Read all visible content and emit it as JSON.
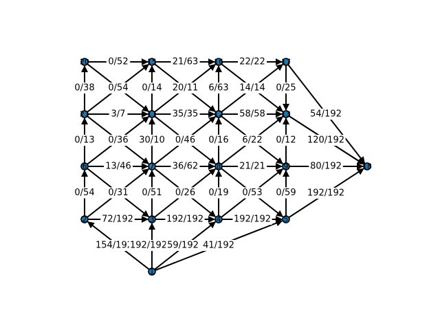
{
  "graph": {
    "nodes": [
      {
        "id": "n20",
        "label": "20"
      },
      {
        "id": "n15",
        "label": "15"
      },
      {
        "id": "n16",
        "label": "16"
      },
      {
        "id": "n17",
        "label": "17"
      },
      {
        "id": "n21",
        "label": "21"
      },
      {
        "id": "n11",
        "label": "11"
      },
      {
        "id": "n12",
        "label": "12"
      },
      {
        "id": "n13",
        "label": "13"
      },
      {
        "id": "n6",
        "label": "6"
      },
      {
        "id": "n7",
        "label": "7"
      },
      {
        "id": "n8",
        "label": "8"
      },
      {
        "id": "n9",
        "label": "9"
      },
      {
        "id": "n10",
        "label": "10"
      },
      {
        "id": "n2",
        "label": "2"
      },
      {
        "id": "n3",
        "label": "3"
      },
      {
        "id": "n4",
        "label": "4"
      },
      {
        "id": "n5",
        "label": "5"
      },
      {
        "id": "n1",
        "label": "1"
      },
      {
        "id": "n18",
        "label": "18"
      }
    ],
    "edges": [
      {
        "from": "n20",
        "to": "n15",
        "label": "0/52"
      },
      {
        "from": "n15",
        "to": "n16",
        "label": "21/63"
      },
      {
        "from": "n16",
        "to": "n17",
        "label": "22/22"
      },
      {
        "from": "n21",
        "to": "n20",
        "label": "0/38"
      },
      {
        "from": "n21",
        "to": "n15",
        "label": "0/54"
      },
      {
        "from": "n20",
        "to": "n11",
        "label": ""
      },
      {
        "from": "n11",
        "to": "n15",
        "label": "0/14"
      },
      {
        "from": "n11",
        "to": "n16",
        "label": "20/11"
      },
      {
        "from": "n15",
        "to": "n12",
        "label": ""
      },
      {
        "from": "n12",
        "to": "n16",
        "label": "6/63"
      },
      {
        "from": "n12",
        "to": "n17",
        "label": "14/14"
      },
      {
        "from": "n16",
        "to": "n13",
        "label": ""
      },
      {
        "from": "n17",
        "to": "n13",
        "label": "0/25"
      },
      {
        "from": "n17",
        "to": "n18",
        "label": ""
      },
      {
        "from": "n21",
        "to": "n11",
        "label": "3/7"
      },
      {
        "from": "n11",
        "to": "n12",
        "label": "35/35"
      },
      {
        "from": "n12",
        "to": "n13",
        "label": "58/58"
      },
      {
        "from": "n13",
        "to": "n18",
        "label": "54/192"
      },
      {
        "from": "n6",
        "to": "n21",
        "label": "0/13"
      },
      {
        "from": "n6",
        "to": "n11",
        "label": "0/36"
      },
      {
        "from": "n21",
        "to": "n7",
        "label": ""
      },
      {
        "from": "n7",
        "to": "n11",
        "label": "30/10"
      },
      {
        "from": "n7",
        "to": "n12",
        "label": "0/46"
      },
      {
        "from": "n11",
        "to": "n8",
        "label": ""
      },
      {
        "from": "n8",
        "to": "n12",
        "label": "0/16"
      },
      {
        "from": "n8",
        "to": "n13",
        "label": "6/22"
      },
      {
        "from": "n12",
        "to": "n9",
        "label": ""
      },
      {
        "from": "n9",
        "to": "n13",
        "label": "0/12"
      },
      {
        "from": "n13",
        "to": "n10",
        "label": "120/192"
      },
      {
        "from": "n6",
        "to": "n7",
        "label": "13/46"
      },
      {
        "from": "n7",
        "to": "n8",
        "label": "36/62"
      },
      {
        "from": "n8",
        "to": "n9",
        "label": "21/21"
      },
      {
        "from": "n9",
        "to": "n18",
        "label": "80/192"
      },
      {
        "from": "n2",
        "to": "n6",
        "label": "0/54"
      },
      {
        "from": "n2",
        "to": "n7",
        "label": "0/31"
      },
      {
        "from": "n6",
        "to": "n3",
        "label": ""
      },
      {
        "from": "n3",
        "to": "n7",
        "label": "0/51"
      },
      {
        "from": "n3",
        "to": "n8",
        "label": "0/26"
      },
      {
        "from": "n7",
        "to": "n4",
        "label": ""
      },
      {
        "from": "n4",
        "to": "n8",
        "label": "0/19"
      },
      {
        "from": "n4",
        "to": "n9",
        "label": "0/53"
      },
      {
        "from": "n8",
        "to": "n5",
        "label": ""
      },
      {
        "from": "n5",
        "to": "n9",
        "label": "0/59"
      },
      {
        "from": "n5",
        "to": "n18",
        "label": "192/192"
      },
      {
        "from": "n2",
        "to": "n3",
        "label": "72/192"
      },
      {
        "from": "n3",
        "to": "n4",
        "label": "192/192"
      },
      {
        "from": "n4",
        "to": "n5",
        "label": "192/192"
      },
      {
        "from": "n1",
        "to": "n2",
        "label": "154/192"
      },
      {
        "from": "n1",
        "to": "n3",
        "label": "192/192"
      },
      {
        "from": "n1",
        "to": "n4",
        "label": "59/192"
      },
      {
        "from": "n1",
        "to": "n5",
        "label": "41/192"
      }
    ],
    "colors": {
      "node_fill": "#1f77b4",
      "edge": "#000000",
      "background": "#ffffff"
    }
  }
}
